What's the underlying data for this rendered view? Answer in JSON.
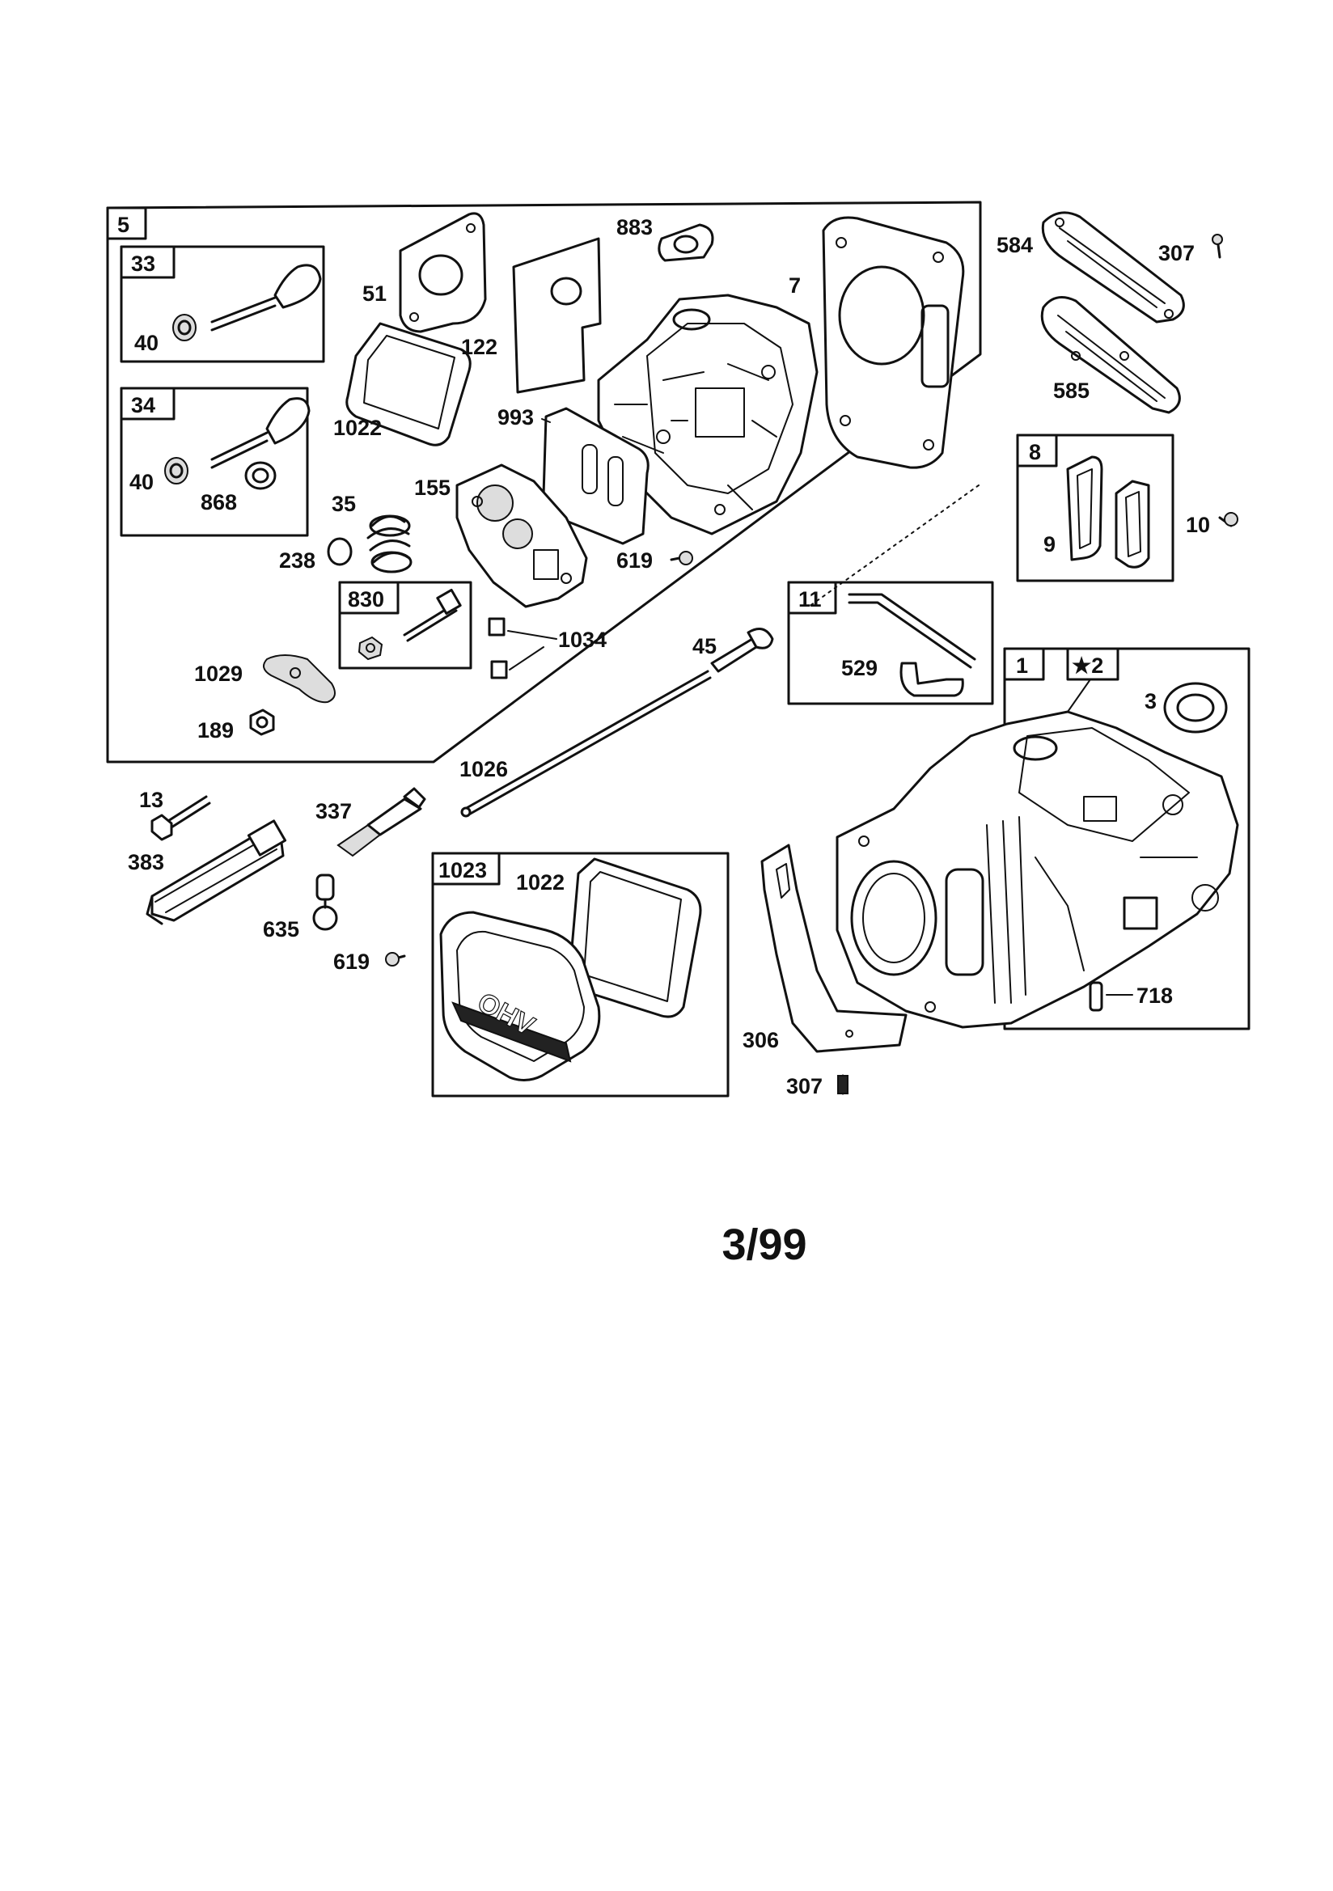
{
  "page_number": "3/99",
  "boxes": {
    "b5": "5",
    "b33": "33",
    "b34": "34",
    "b830": "830",
    "b8": "8",
    "b11": "11",
    "b1": "1",
    "b2": "★2",
    "b1023": "1023"
  },
  "callouts": {
    "c40a": "40",
    "c40b": "40",
    "c868": "868",
    "c51": "51",
    "c1022a": "1022",
    "c122": "122",
    "c883": "883",
    "c7": "7",
    "c993": "993",
    "c155": "155",
    "c35": "35",
    "c238": "238",
    "c619a": "619",
    "c1034": "1034",
    "c1029": "1029",
    "c189": "189",
    "c45": "45",
    "c529": "529",
    "c1026": "1026",
    "c584": "584",
    "c307a": "307",
    "c585": "585",
    "c9": "9",
    "c10": "10",
    "c3": "3",
    "c13": "13",
    "c337": "337",
    "c383": "383",
    "c635": "635",
    "c619b": "619",
    "c1022b": "1022",
    "c306": "306",
    "c307b": "307",
    "c718": "718"
  },
  "cover_text": "OHV"
}
